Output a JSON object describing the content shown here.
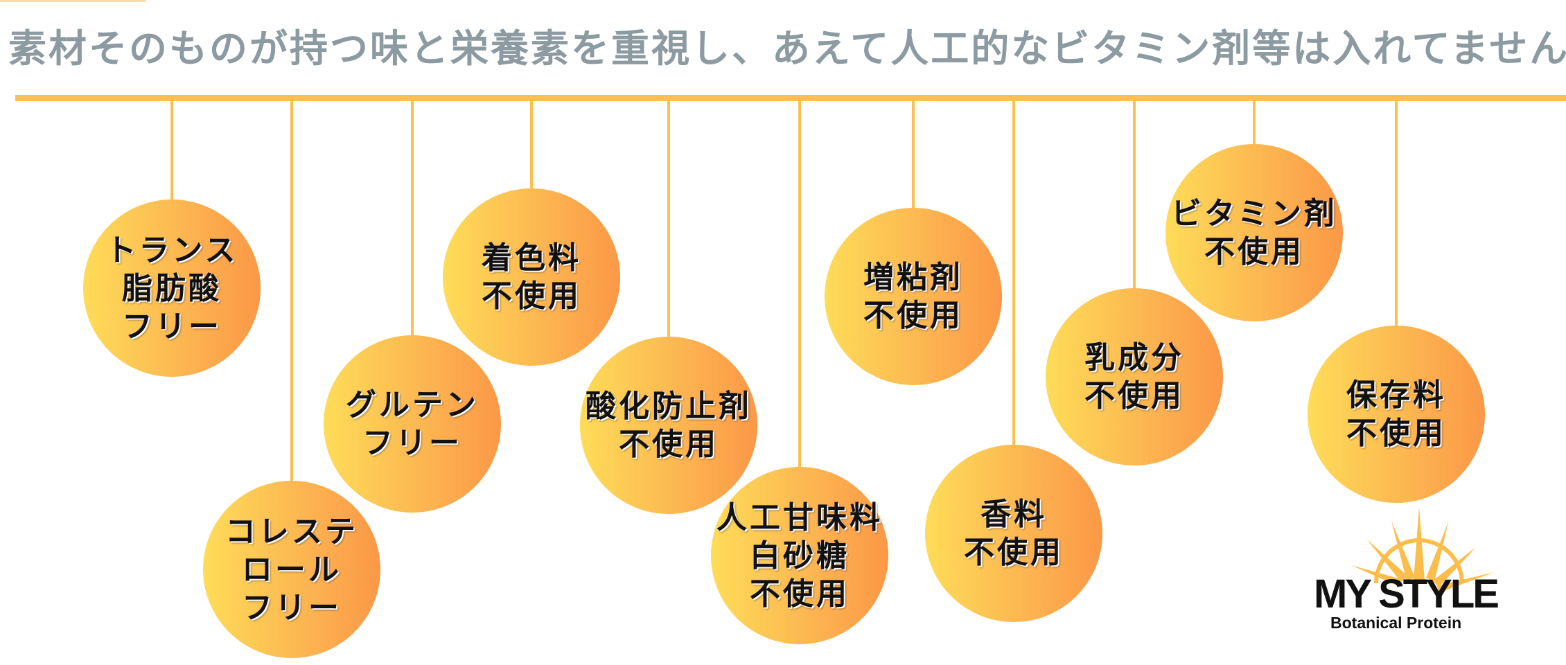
{
  "headline": "素材そのものが持つ味と栄養素を重視し、あえて人工的なビタミン剤等は入れてません。",
  "colors": {
    "bar": "#fbbf52",
    "ball_gradient": [
      "#fedc58",
      "#fcba52",
      "#fb9847"
    ],
    "headline_text": "#8c9aa1",
    "label_text": "#111111"
  },
  "badges": [
    {
      "id": "trans-fat-free",
      "label": "トランス\n脂肪酸\nフリー"
    },
    {
      "id": "cholesterol-free",
      "label": "コレステ\nロール\nフリー"
    },
    {
      "id": "gluten-free",
      "label": "グルテン\nフリー"
    },
    {
      "id": "no-coloring",
      "label": "着色料\n不使用"
    },
    {
      "id": "no-antioxidant",
      "label": "酸化防止剤\n不使用"
    },
    {
      "id": "no-sweetener",
      "label": "人工甘味料\n白砂糖\n不使用"
    },
    {
      "id": "no-thickener",
      "label": "増粘剤\n不使用"
    },
    {
      "id": "no-flavoring",
      "label": "香料\n不使用"
    },
    {
      "id": "no-dairy",
      "label": "乳成分\n不使用"
    },
    {
      "id": "no-vitamin",
      "label": "ビタミン剤\n不使用"
    },
    {
      "id": "no-preservative",
      "label": "保存料\n不使用"
    }
  ],
  "logo": {
    "name": "MY STYLE",
    "tagline": "Botanical Protein",
    "icon": "sunburst-icon"
  }
}
